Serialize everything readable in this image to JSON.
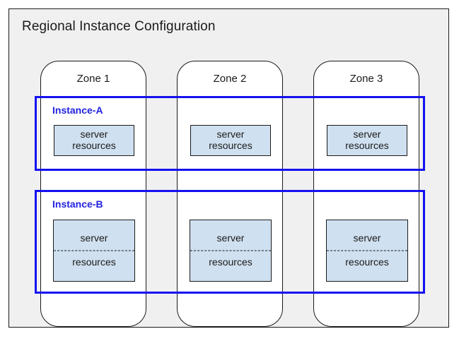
{
  "diagram": {
    "title": "Regional Instance Configuration",
    "background_color": "#f0f0f0",
    "frame_border_color": "#1a1a1a"
  },
  "zones": [
    {
      "label": "Zone 1"
    },
    {
      "label": "Zone 2"
    },
    {
      "label": "Zone 3"
    }
  ],
  "instances": [
    {
      "label": "Instance-A",
      "accent_color": "#2222e0",
      "resource_style": "solid",
      "resources": [
        {
          "line_top": "server",
          "line_bottom": "resources"
        },
        {
          "line_top": "server",
          "line_bottom": "resources"
        },
        {
          "line_top": "server",
          "line_bottom": "resources"
        }
      ]
    },
    {
      "label": "Instance-B",
      "accent_color": "#2222e0",
      "resource_style": "divided",
      "resources": [
        {
          "line_top": "server",
          "line_bottom": "resources"
        },
        {
          "line_top": "server",
          "line_bottom": "resources"
        },
        {
          "line_top": "server",
          "line_bottom": "resources"
        }
      ]
    }
  ],
  "colors": {
    "resource_fill": "#cfe0f0",
    "resource_border": "#1a1a1a",
    "instance_outline": "#1510f0",
    "zone_fill": "#ffffff"
  }
}
